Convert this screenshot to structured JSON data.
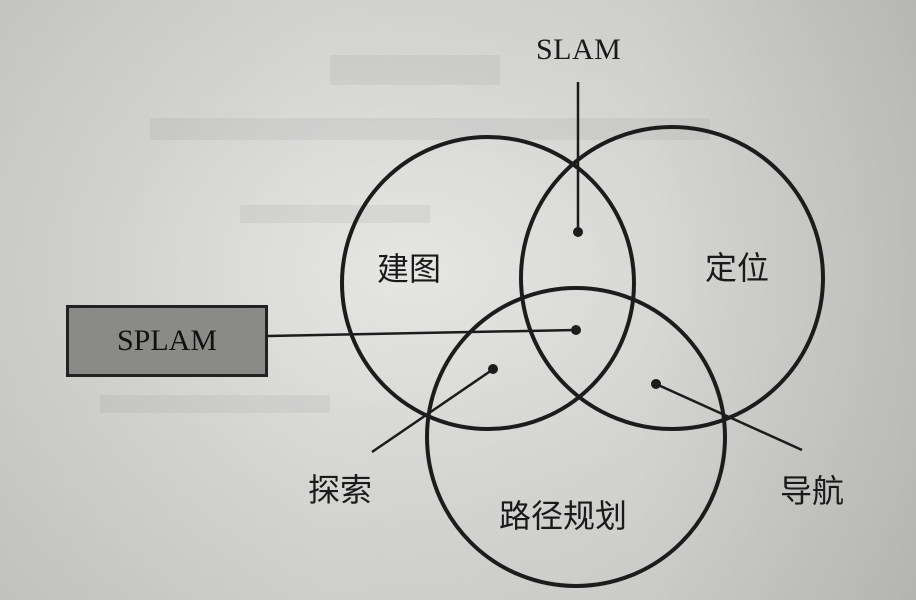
{
  "diagram": {
    "labels": {
      "slam": "SLAM",
      "splam": "SPLAM",
      "mapping": "建图",
      "localization": "定位",
      "path_planning": "路径规划",
      "exploration": "探索",
      "navigation": "导航"
    },
    "colors": {
      "stroke": "#1c1c1c",
      "box_fill": "#8a8a88",
      "background": "#d0d0ce"
    }
  }
}
